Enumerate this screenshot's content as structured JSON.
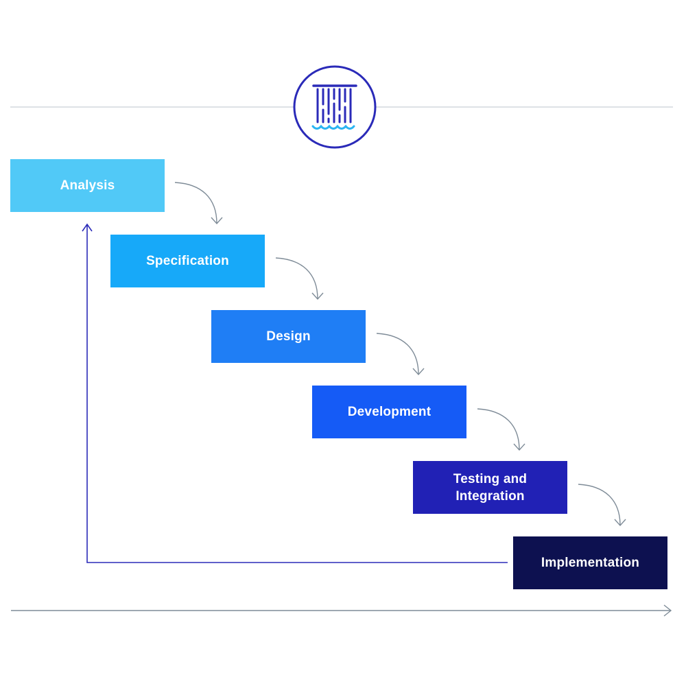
{
  "logo": {
    "icon": "waterfall-icon",
    "ring_color": "#2A2AB8",
    "water_color": "#2BB5F2"
  },
  "stages": [
    {
      "label": "Analysis",
      "color": "#51C9F7"
    },
    {
      "label": "Specification",
      "color": "#17A9F9"
    },
    {
      "label": "Design",
      "color": "#1F7EF5"
    },
    {
      "label": "Development",
      "color": "#155BF6"
    },
    {
      "label": "Testing and\nIntegration",
      "color": "#2121B5"
    },
    {
      "label": "Implementation",
      "color": "#0D1150"
    }
  ],
  "colors": {
    "flow_arrow": "#7E8B97",
    "feedback_arrow": "#2A2AB8",
    "divider": "#C9D0D6",
    "timeline": "#7E8B97"
  }
}
